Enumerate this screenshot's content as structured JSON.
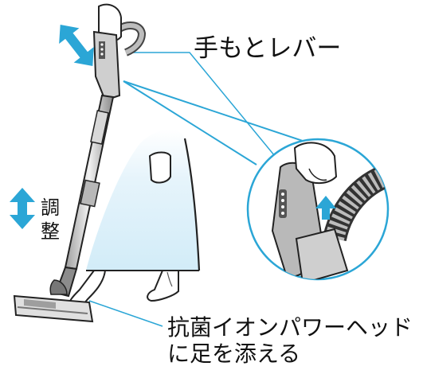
{
  "labels": {
    "handle_lever": "手もとレバー",
    "head_line_1": "抗菌イオンパワーヘッド",
    "head_line_2": "に足を添える",
    "adjust_char_1": "調",
    "adjust_char_2": "整"
  },
  "colors": {
    "accent_cyan": "#2ba6d6",
    "line": "#222222",
    "skirt_fill": "#dff2fb",
    "vacuum_fill": "#e8e8e8",
    "vacuum_dark": "#9a9a9a"
  },
  "icons": {
    "up_down_arrow": "double-arrow-icon",
    "push_arrow": "arrow-up-icon"
  }
}
